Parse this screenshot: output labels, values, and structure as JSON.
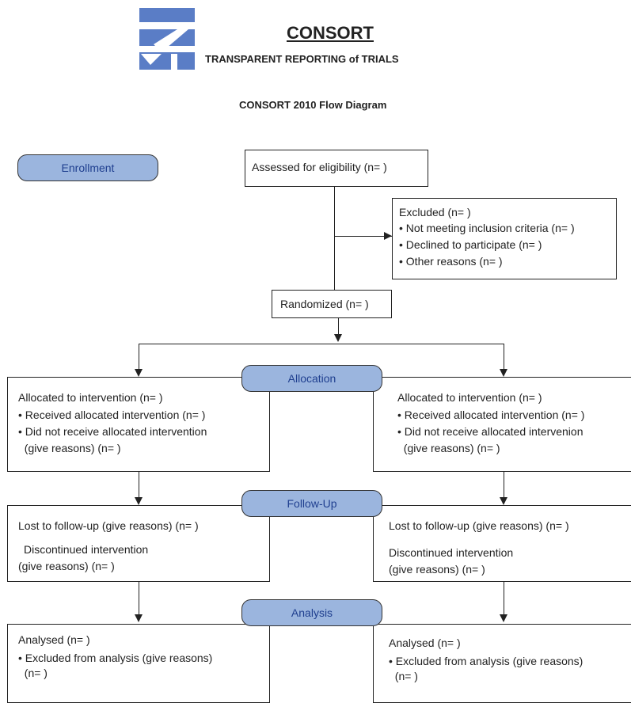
{
  "header": {
    "brand": "CONSORT",
    "tagline": "TRANSPARENT REPORTING of TRIALS",
    "diagram_title": "CONSORT 2010 Flow Diagram",
    "logo_color": "#5a7dc6"
  },
  "stages": {
    "enrollment": "Enrollment",
    "allocation": "Allocation",
    "followup": "Follow-Up",
    "analysis": "Analysis"
  },
  "enrollment": {
    "assessed": "Assessed for eligibility (n= )",
    "excluded": {
      "title": "Excluded  (n= )",
      "items": [
        "• Not meeting inclusion criteria (n= )",
        "• Declined to participate (n= )",
        "• Other reasons (n= )"
      ]
    },
    "randomized": "Randomized (n= )"
  },
  "allocation": {
    "left": {
      "title": "Allocated to intervention (n= )",
      "items": [
        "• Received allocated intervention (n= )",
        "• Did not receive allocated intervention",
        "  (give reasons) (n= )"
      ]
    },
    "right": {
      "title": "Allocated to intervention (n= )",
      "items": [
        "• Received allocated intervention (n= )",
        "• Did not receive allocated intervenion",
        "  (give reasons) (n= )"
      ]
    }
  },
  "followup": {
    "left": {
      "lost": "Lost to follow-up (give reasons) (n= )",
      "disc1": "Discontinued intervention",
      "disc2": "(give reasons) (n= )"
    },
    "right": {
      "lost": "Lost to follow-up (give reasons) (n= )",
      "disc1": "Discontinued intervention",
      "disc2": "(give reasons) (n= )"
    }
  },
  "analysis": {
    "left": {
      "title": "Analysed  (n= )",
      "items": [
        "• Excluded from analysis (give reasons)",
        "  (n= )"
      ]
    },
    "right": {
      "title": "Analysed  (n= )",
      "items": [
        "• Excluded from analysis (give reasons)",
        "  (n= )"
      ]
    }
  }
}
